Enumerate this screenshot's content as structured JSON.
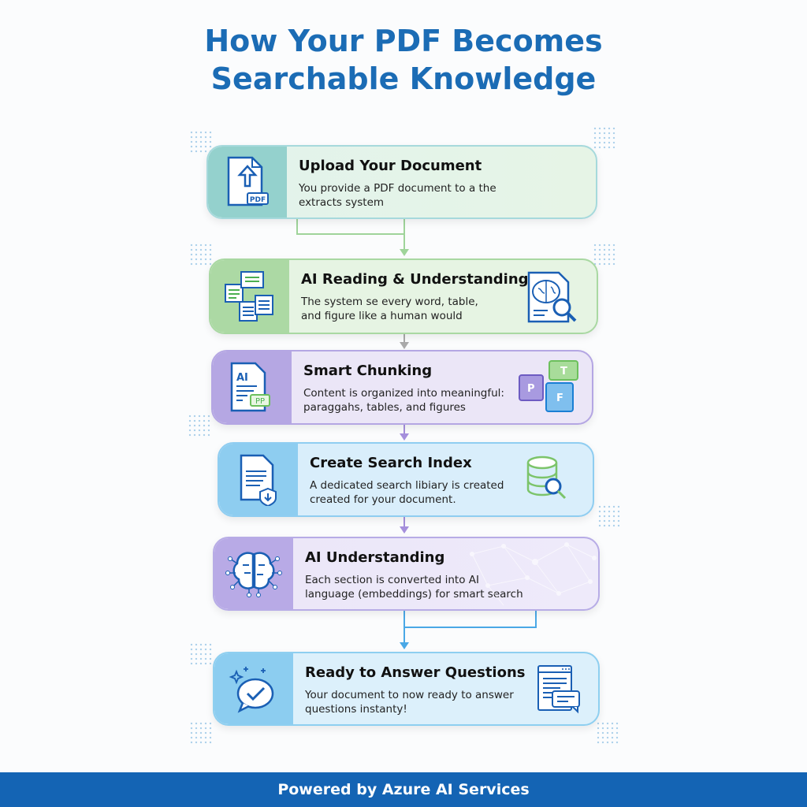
{
  "title": {
    "line1": "How Your PDF Becomes",
    "line2": "Searchable Knowledge"
  },
  "steps": [
    {
      "title": "Upload Your Document",
      "desc": "You provide a PDF document to a the extracts system",
      "icon": "pdf-upload-icon",
      "badge": "PDF"
    },
    {
      "title": "AI Reading & Understanding",
      "desc": "The system se every word, table, and figure like a human would",
      "icon": "documents-icon"
    },
    {
      "title": "Smart Chunking",
      "desc": "Content is organized into meaningful: paraggahs, tables, and figures",
      "icon": "ai-document-icon",
      "doc_label": "AI",
      "doc_badge": "PP",
      "puzzle": [
        "P",
        "T",
        "F"
      ]
    },
    {
      "title": "Create Search Index",
      "desc": "A dedicated search libiary is created created for your document.",
      "icon": "secure-document-icon"
    },
    {
      "title": "AI Understanding",
      "desc": "Each section is converted into AI language (embeddings) for smart search",
      "icon": "brain-network-icon"
    },
    {
      "title": "Ready to Answer Questions",
      "desc": "Your document to now ready to answer questions instanty!",
      "icon": "chat-check-icon"
    }
  ],
  "footer": "Powered by Azure AI Services",
  "colors": {
    "title": "#1b6cb5",
    "footer": "#1464b4",
    "icon": "#1a5fb4"
  }
}
